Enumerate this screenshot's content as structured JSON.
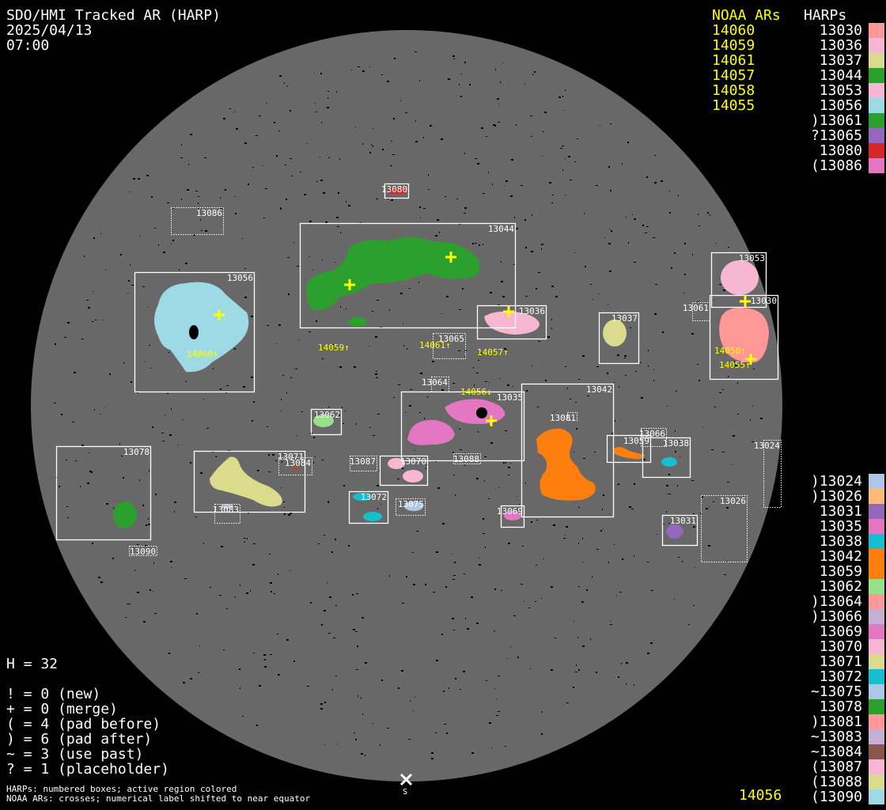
{
  "header": {
    "title": "SDO/HMI Tracked AR (HARP)",
    "date": "2025/04/13",
    "time": "07:00"
  },
  "noaa": {
    "heading": "NOAA ARs",
    "items": [
      "14060",
      "14059",
      "14061",
      "14057",
      "14058",
      "14055"
    ],
    "current": "14056"
  },
  "harps_top": {
    "heading": "HARPs",
    "items": [
      {
        "label": " 13030",
        "color": "#ff9896"
      },
      {
        "label": " 13036",
        "color": "#f7b6d2"
      },
      {
        "label": " 13037",
        "color": "#dbdb8d"
      },
      {
        "label": " 13044",
        "color": "#2ca02c"
      },
      {
        "label": " 13053",
        "color": "#f7b6d2"
      },
      {
        "label": " 13056",
        "color": "#9edae5"
      },
      {
        "label": ")13061",
        "color": "#2ca02c"
      },
      {
        "label": "?13065",
        "color": "#9467bd"
      },
      {
        "label": " 13080",
        "color": "#d62728"
      },
      {
        "label": "(13086",
        "color": "#e377c2"
      }
    ]
  },
  "harps_bottom": {
    "items": [
      {
        "label": ")13024",
        "color": "#aec7e8"
      },
      {
        "label": ")13026",
        "color": "#ffbb78"
      },
      {
        "label": " 13031",
        "color": "#9467bd"
      },
      {
        "label": " 13035",
        "color": "#e377c2"
      },
      {
        "label": " 13038",
        "color": "#17becf"
      },
      {
        "label": " 13042",
        "color": "#ff7f0e"
      },
      {
        "label": " 13059",
        "color": "#ff7f0e"
      },
      {
        "label": " 13062",
        "color": "#98df8a"
      },
      {
        "label": ")13064",
        "color": "#ff9896"
      },
      {
        "label": ")13066",
        "color": "#c5b0d5"
      },
      {
        "label": " 13069",
        "color": "#e377c2"
      },
      {
        "label": " 13070",
        "color": "#f7b6d2"
      },
      {
        "label": " 13071",
        "color": "#dbdb8d"
      },
      {
        "label": " 13072",
        "color": "#17becf"
      },
      {
        "label": "~13075",
        "color": "#aec7e8"
      },
      {
        "label": " 13078",
        "color": "#2ca02c"
      },
      {
        "label": ")13081",
        "color": "#ff9896"
      },
      {
        "label": "~13083",
        "color": "#c5b0d5"
      },
      {
        "label": "~13084",
        "color": "#8c564b"
      },
      {
        "label": "(13087",
        "color": "#f7b6d2"
      },
      {
        "label": "(13088",
        "color": "#dbdb8d"
      },
      {
        "label": "(13090",
        "color": "#9edae5"
      }
    ]
  },
  "legend": {
    "h": "H = 32",
    "lines": [
      "! = 0 (new)",
      "+ = 0 (merge)",
      "( = 4 (pad before)",
      ") = 6 (pad after)",
      "~ = 3 (use past)",
      "? = 1 (placeholder)"
    ]
  },
  "footer": {
    "line1": "HARPs: numbered boxes; active region colored",
    "line2": "NOAA ARs: crosses; numerical label shifted to near equator"
  },
  "disk": {
    "south_marker": "S",
    "disk_color": "#686868"
  },
  "boxes": [
    "13080",
    "13086",
    "13044",
    "13056",
    "13053",
    "13030",
    "13061",
    "13036",
    "13037",
    "13065",
    "13064",
    "13035",
    "13042",
    "13081",
    "13062",
    "13078",
    "13071",
    "13084",
    "13083",
    "13087",
    "13070",
    "13088",
    "13072",
    "13075",
    "13069",
    "13059",
    "13066",
    "13038",
    "13024",
    "13026",
    "13031",
    "13090"
  ],
  "ar_labels": [
    "14060↑",
    "14059↑",
    "14061↑",
    "14057↑",
    "14056↓",
    "14058↑",
    "14055↑"
  ]
}
